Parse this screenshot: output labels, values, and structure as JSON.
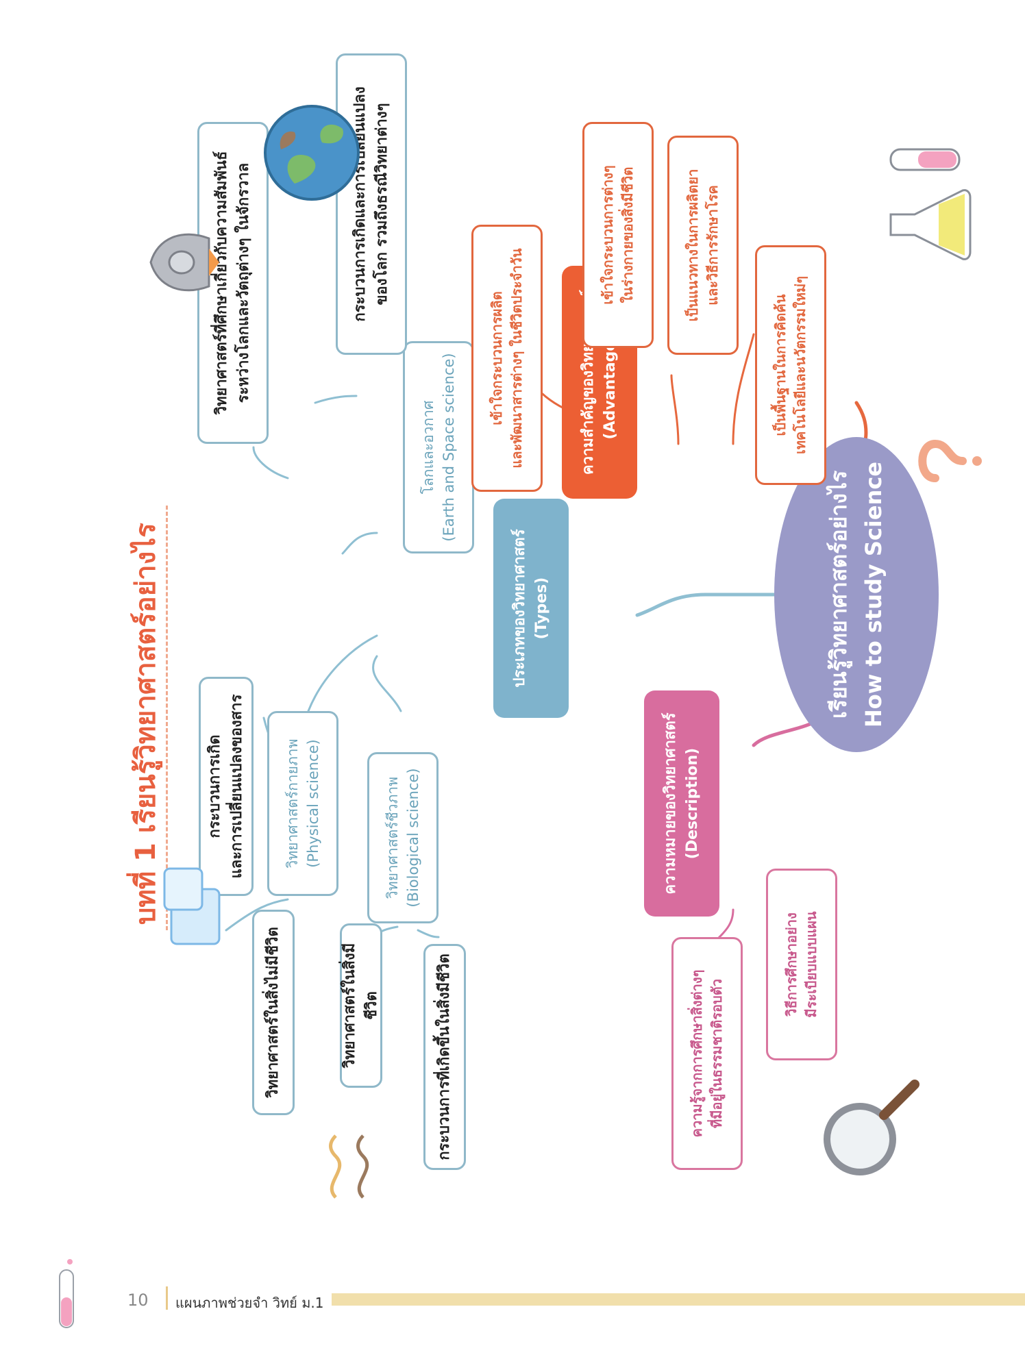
{
  "title": "บทที่ 1 เรียนรู้วิทยาศาสตร์อย่างไร",
  "hub": {
    "line1": "เรียนรู้วิทยาศาสตร์อย่างไร",
    "line2": "How to study Science"
  },
  "types": {
    "node": {
      "line1": "ประเภทของวิทยาศาสตร์",
      "line2": "(Types)"
    },
    "earth": {
      "line1": "โลกและอวกาศ",
      "line2": "(Earth and Space science)"
    },
    "earth_desc1": {
      "line1": "วิทยาศาสตร์ที่ศึกษาเกี่ยวกับความสัมพันธ์",
      "line2": "ระหว่างโลกและวัตถุต่างๆ ในจักรวาล"
    },
    "earth_desc2": {
      "line1": "กระบวนการเกิดและการเปลี่ยนแปลง",
      "line2": "ของโลก รวมถึงธรณีวิทยาต่างๆ"
    },
    "physical": {
      "line1": "วิทยาศาสตร์กายภาพ",
      "line2": "(Physical science)"
    },
    "physical_desc1": {
      "line1": "กระบวนการเกิด",
      "line2": "และการเปลี่ยนแปลงของสาร"
    },
    "physical_desc2": {
      "line1": "วิทยาศาสตร์ในสิ่งไม่มีชีวิต"
    },
    "biological": {
      "line1": "วิทยาศาสตร์ชีวภาพ",
      "line2": "(Biological science)"
    },
    "biological_desc1": {
      "line1": "วิทยาศาสตร์ในสิ่งมีชีวิต"
    },
    "biological_desc2": {
      "line1": "กระบวนการที่เกิดขึ้นในสิ่งมีชีวิต"
    }
  },
  "advantages": {
    "node": {
      "line1": "ความสำคัญของวิทยาศาสตร์",
      "line2": "(Advantages)"
    },
    "a1": {
      "line1": "เข้าใจกระบวนการผลิต",
      "line2": "และพัฒนาสารต่างๆ ในชีวิตประจำวัน"
    },
    "a2": {
      "line1": "เข้าใจกระบวนการต่างๆ",
      "line2": "ในร่างกายของสิ่งมีชีวิต"
    },
    "a3": {
      "line1": "เป็นแนวทางในการผลิตยา",
      "line2": "และวิธีการรักษาโรค"
    },
    "a4": {
      "line1": "เป็นพื้นฐานในการคิดค้น",
      "line2": "เทคโนโลยีและนวัตกรรมใหม่ๆ"
    }
  },
  "description": {
    "node": {
      "line1": "ความหมายของวิทยาศาสตร์",
      "line2": "(Description)"
    },
    "d1": {
      "line1": "ความรู้จากการศึกษาสิ่งต่างๆ",
      "line2": "ที่มีอยู่ในธรรมชาติรอบตัว"
    },
    "d2": {
      "line1": "วิธีการศึกษาอย่าง",
      "line2": "มีระเบียบแบบแผน"
    }
  },
  "footer": {
    "page_number": "10",
    "book_title": "แผนภาพช่วยจำ วิทย์ ม.1"
  },
  "colors": {
    "title": "#e8603f",
    "hub": "#9a9ac8",
    "types": "#7fb3cc",
    "advantages": "#ec5f34",
    "description": "#d86d9e",
    "teal_border": "#8fb8c9"
  },
  "icons": [
    "rocket-icon",
    "earth-icon",
    "test-tube-icon",
    "flask-icon",
    "question-mark-icon",
    "ice-cube-icon",
    "dna-icon",
    "magnifier-icon",
    "small-test-tube-icon"
  ]
}
